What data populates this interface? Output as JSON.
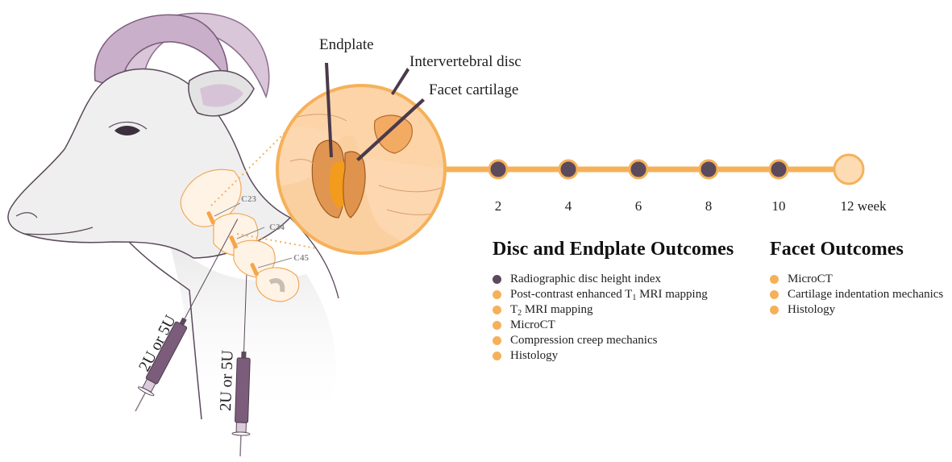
{
  "callouts": {
    "endplate": "Endplate",
    "disc": "Intervertebral disc",
    "facet": "Facet cartilage"
  },
  "vertebra_labels": [
    "C23",
    "C34",
    "C45"
  ],
  "timeline": {
    "ticks": [
      "2",
      "4",
      "6",
      "8",
      "10",
      "12 week"
    ],
    "colors": {
      "line": "#f5b15a",
      "node": "#5b4a5c",
      "end": "#fddcb3"
    }
  },
  "injections": {
    "dose_left": "2U or 5U",
    "dose_right": "2U or 5U"
  },
  "disc_outcomes": {
    "title": "Disc and Endplate Outcomes",
    "items": [
      {
        "pre": "Radiographic disc height index",
        "sub": "",
        "post": "",
        "color": "dark"
      },
      {
        "pre": "Post-contrast enhanced T",
        "sub": "1",
        "post": " MRI mapping",
        "color": "light"
      },
      {
        "pre": "T",
        "sub": "2",
        "post": " MRI mapping",
        "color": "light"
      },
      {
        "pre": "MicroCT",
        "sub": "",
        "post": "",
        "color": "light"
      },
      {
        "pre": "Compression creep mechanics",
        "sub": "",
        "post": "",
        "color": "light"
      },
      {
        "pre": "Histology",
        "sub": "",
        "post": "",
        "color": "light"
      }
    ]
  },
  "facet_outcomes": {
    "title": "Facet Outcomes",
    "items": [
      {
        "pre": "MicroCT",
        "sub": "",
        "post": "",
        "color": "light"
      },
      {
        "pre": "Cartilage indentation mechanics",
        "sub": "",
        "post": "",
        "color": "light"
      },
      {
        "pre": "Histology",
        "sub": "",
        "post": "",
        "color": "light"
      }
    ]
  },
  "colors": {
    "orange": "#f5b15a",
    "peach": "#fcd7b0",
    "dark_purple": "#5b4a5c",
    "horn": "#c9afc9"
  }
}
